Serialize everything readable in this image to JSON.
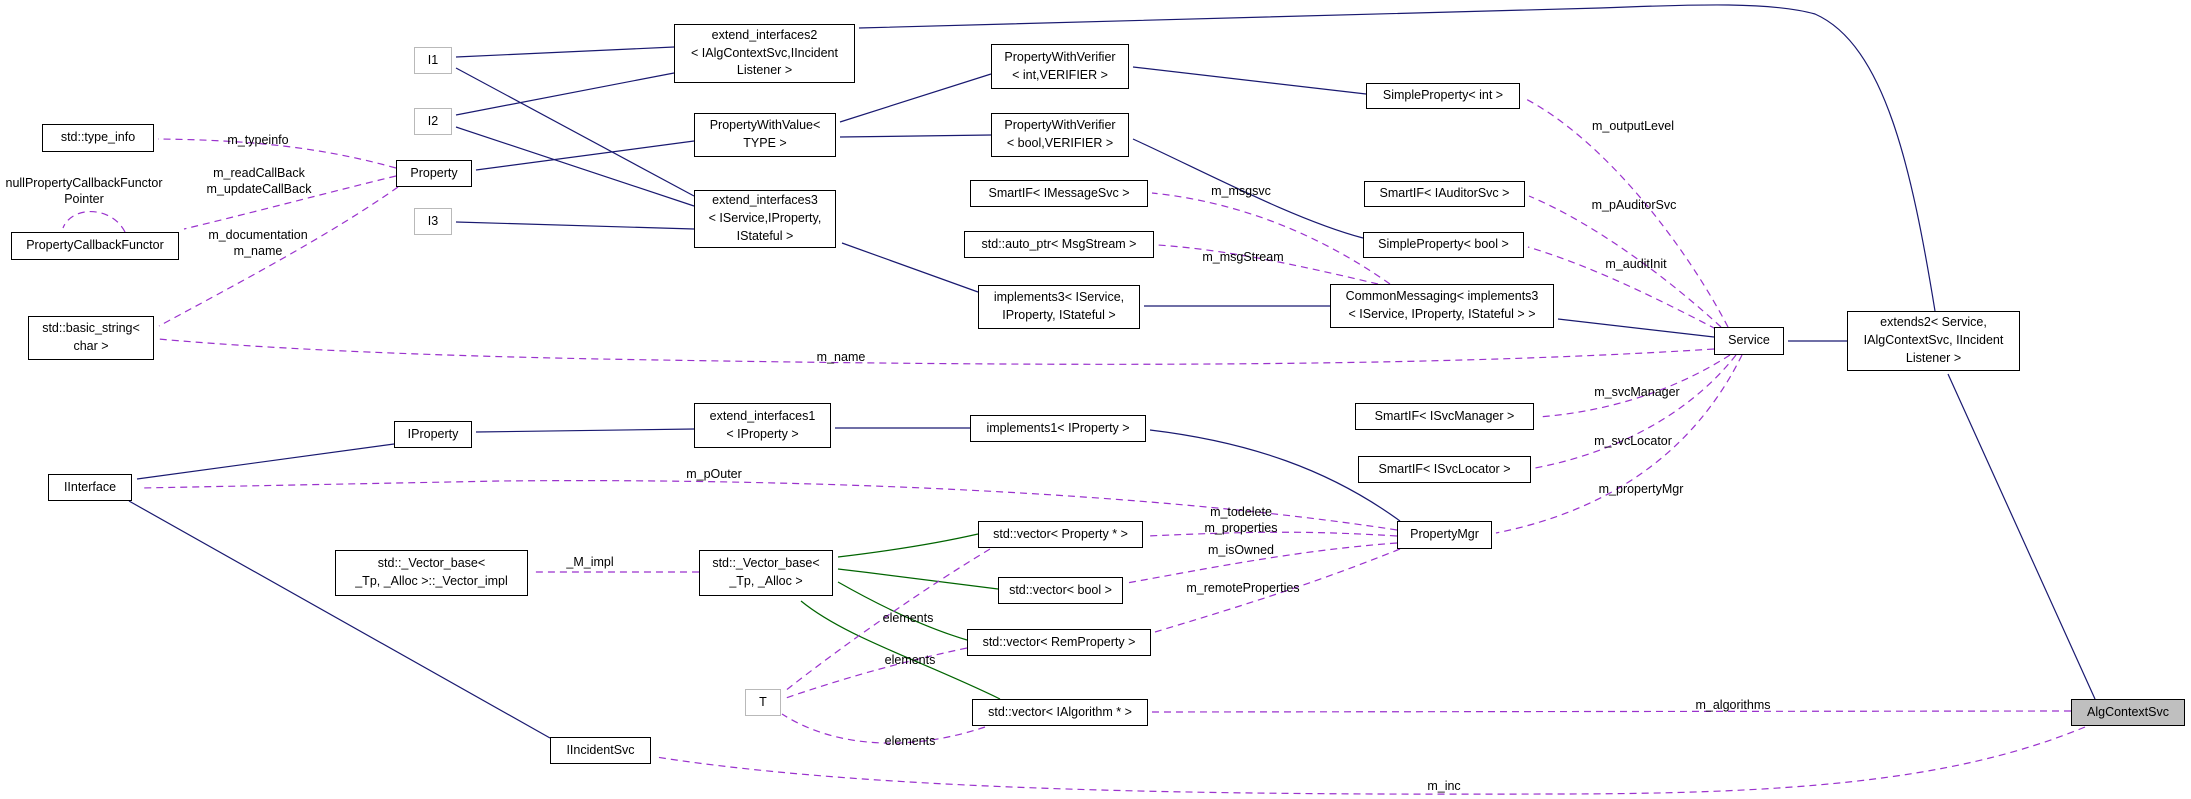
{
  "diagram_type": "doxygen-collaboration-diagram",
  "subject": "AlgContextSvc",
  "colors": {
    "inheritance_edge": "#191970",
    "usage_edge": "#9a32cd",
    "protected_inheritance_edge": "#006400",
    "node_border": "#000000",
    "undocumented_node_border": "#b9b9b9",
    "subject_node_fill": "#bfbfbf",
    "background": "#ffffff"
  },
  "nodes": {
    "type_info": {
      "label": "std::type_info"
    },
    "pcf": {
      "label": "PropertyCallbackFunctor"
    },
    "i1": {
      "label": "I1"
    },
    "i2": {
      "label": "I2"
    },
    "i3": {
      "label": "I3"
    },
    "property": {
      "label": "Property"
    },
    "ext2": {
      "label": "extend_interfaces2\n< IAlgContextSvc,IIncident\nListener >"
    },
    "pwvalue": {
      "label": "PropertyWithValue<\nTYPE >"
    },
    "ext3": {
      "label": "extend_interfaces3\n< IService,IProperty,\nIStateful >"
    },
    "pwv_int": {
      "label": "PropertyWithVerifier\n< int,VERIFIER >"
    },
    "pwv_bool": {
      "label": "PropertyWithVerifier\n< bool,VERIFIER >"
    },
    "smartif_imsg": {
      "label": "SmartIF< IMessageSvc >"
    },
    "autoptr": {
      "label": "std::auto_ptr< MsgStream >"
    },
    "sp_int": {
      "label": "SimpleProperty< int >"
    },
    "smartif_iaud": {
      "label": "SmartIF< IAuditorSvc >"
    },
    "sp_bool": {
      "label": "SimpleProperty< bool >"
    },
    "implements3": {
      "label": "implements3< IService,\nIProperty, IStateful >"
    },
    "commonmsg": {
      "label": "CommonMessaging< implements3\n< IService, IProperty, IStateful > >"
    },
    "service": {
      "label": "Service"
    },
    "extends2": {
      "label": "extends2< Service,\nIAlgContextSvc, IIncident\nListener >"
    },
    "basic_string": {
      "label": "std::basic_string<\nchar >"
    },
    "iproperty": {
      "label": "IProperty"
    },
    "ext1": {
      "label": "extend_interfaces1\n< IProperty >"
    },
    "implements1": {
      "label": "implements1< IProperty >"
    },
    "smartif_isvcmgr": {
      "label": "SmartIF< ISvcManager >"
    },
    "smartif_isvcloc": {
      "label": "SmartIF< ISvcLocator >"
    },
    "iinterface": {
      "label": "IInterface"
    },
    "vector_impl": {
      "label": "std::_Vector_base<\n_Tp, _Alloc >::_Vector_impl"
    },
    "vector_base": {
      "label": "std::_Vector_base<\n_Tp, _Alloc >"
    },
    "vec_property": {
      "label": "std::vector< Property * >"
    },
    "vec_bool": {
      "label": "std::vector< bool >"
    },
    "vec_remprop": {
      "label": "std::vector< RemProperty >"
    },
    "propertymgr": {
      "label": "PropertyMgr"
    },
    "t_param": {
      "label": "T"
    },
    "vec_ialg": {
      "label": "std::vector< IAlgorithm * >"
    },
    "iincidentsvc": {
      "label": "IIncidentSvc"
    },
    "algcontextsvc": {
      "label": "AlgContextSvc"
    }
  },
  "edge_labels": {
    "m_typeinfo": "m_typeinfo",
    "callbacks": "m_readCallBack\nm_updateCallBack",
    "doc_name": "m_documentation\nm_name",
    "null_pcf_pointer": "nullPropertyCallbackFunctor\nPointer",
    "m_outputLevel": "m_outputLevel",
    "m_msgsvc": "m_msgsvc",
    "m_pAuditorSvc": "m_pAuditorSvc",
    "m_msgStream": "m_msgStream",
    "m_auditInit": "m_auditInit",
    "m_name": "m_name",
    "m_svcManager": "m_svcManager",
    "m_svcLocator": "m_svcLocator",
    "m_pOuter": "m_pOuter",
    "m_propertyMgr": "m_propertyMgr",
    "todelete_properties": "m_todelete\nm_properties",
    "m_isOwned": "m_isOwned",
    "m_remoteProperties": "m_remoteProperties",
    "M_impl": "_M_impl",
    "elements": "elements",
    "m_algorithms": "m_algorithms",
    "m_inc": "m_inc"
  },
  "edges": [
    {
      "from": "extend_interfaces2",
      "to": "I1",
      "type": "inheritance"
    },
    {
      "from": "extend_interfaces2",
      "to": "I2",
      "type": "inheritance"
    },
    {
      "from": "extend_interfaces3",
      "to": "I1",
      "type": "inheritance"
    },
    {
      "from": "extend_interfaces3",
      "to": "I2",
      "type": "inheritance"
    },
    {
      "from": "extend_interfaces3",
      "to": "I3",
      "type": "inheritance"
    },
    {
      "from": "PropertyWithValue< TYPE >",
      "to": "Property",
      "type": "inheritance"
    },
    {
      "from": "PropertyWithVerifier< int,VERIFIER >",
      "to": "PropertyWithValue< TYPE >",
      "type": "inheritance"
    },
    {
      "from": "PropertyWithVerifier< bool,VERIFIER >",
      "to": "PropertyWithValue< TYPE >",
      "type": "inheritance"
    },
    {
      "from": "SimpleProperty< int >",
      "to": "PropertyWithVerifier< int,VERIFIER >",
      "type": "inheritance"
    },
    {
      "from": "SimpleProperty< bool >",
      "to": "PropertyWithVerifier< bool,VERIFIER >",
      "type": "inheritance"
    },
    {
      "from": "implements3< IService, IProperty, IStateful >",
      "to": "extend_interfaces3",
      "type": "inheritance"
    },
    {
      "from": "CommonMessaging< implements3< IService, IProperty, IStateful > >",
      "to": "implements3< IService, IProperty, IStateful >",
      "type": "inheritance"
    },
    {
      "from": "Service",
      "to": "CommonMessaging< implements3< IService, IProperty, IStateful > >",
      "type": "inheritance"
    },
    {
      "from": "extends2< Service, IAlgContextSvc, IIncidentListener >",
      "to": "Service",
      "type": "inheritance"
    },
    {
      "from": "extends2< Service, IAlgContextSvc, IIncidentListener >",
      "to": "extend_interfaces2",
      "type": "inheritance"
    },
    {
      "from": "AlgContextSvc",
      "to": "extends2< Service, IAlgContextSvc, IIncidentListener >",
      "type": "inheritance"
    },
    {
      "from": "extend_interfaces1< IProperty >",
      "to": "IProperty",
      "type": "inheritance"
    },
    {
      "from": "implements1< IProperty >",
      "to": "extend_interfaces1< IProperty >",
      "type": "inheritance"
    },
    {
      "from": "PropertyMgr",
      "to": "implements1< IProperty >",
      "type": "inheritance"
    },
    {
      "from": "IProperty",
      "to": "IInterface",
      "type": "inheritance"
    },
    {
      "from": "IIncidentSvc",
      "to": "IInterface",
      "type": "inheritance"
    },
    {
      "from": "std::vector< Property * >",
      "to": "std::_Vector_base< _Tp, _Alloc >",
      "type": "protected-inheritance"
    },
    {
      "from": "std::vector< bool >",
      "to": "std::_Vector_base< _Tp, _Alloc >",
      "type": "protected-inheritance"
    },
    {
      "from": "std::vector< RemProperty >",
      "to": "std::_Vector_base< _Tp, _Alloc >",
      "type": "protected-inheritance"
    },
    {
      "from": "std::vector< IAlgorithm * >",
      "to": "std::_Vector_base< _Tp, _Alloc >",
      "type": "protected-inheritance"
    },
    {
      "from": "Property",
      "to": "std::type_info",
      "type": "usage",
      "label": "m_typeinfo"
    },
    {
      "from": "Property",
      "to": "PropertyCallbackFunctor",
      "type": "usage",
      "label": "m_readCallBack m_updateCallBack"
    },
    {
      "from": "Property",
      "to": "std::basic_string< char >",
      "type": "usage",
      "label": "m_documentation m_name"
    },
    {
      "from": "PropertyCallbackFunctor",
      "to": "PropertyCallbackFunctor",
      "type": "usage",
      "label": "nullPropertyCallbackFunctorPointer"
    },
    {
      "from": "std::_Vector_base< _Tp, _Alloc >",
      "to": "std::_Vector_base< _Tp, _Alloc >::_Vector_impl",
      "type": "usage",
      "label": "_M_impl"
    },
    {
      "from": "CommonMessaging",
      "to": "SmartIF< IMessageSvc >",
      "type": "usage",
      "label": "m_msgsvc"
    },
    {
      "from": "CommonMessaging",
      "to": "std::auto_ptr< MsgStream >",
      "type": "usage",
      "label": "m_msgStream"
    },
    {
      "from": "Service",
      "to": "SimpleProperty< int >",
      "type": "usage",
      "label": "m_outputLevel"
    },
    {
      "from": "Service",
      "to": "SmartIF< IAuditorSvc >",
      "type": "usage",
      "label": "m_pAuditorSvc"
    },
    {
      "from": "Service",
      "to": "SimpleProperty< bool >",
      "type": "usage",
      "label": "m_auditInit"
    },
    {
      "from": "Service",
      "to": "std::basic_string< char >",
      "type": "usage",
      "label": "m_name"
    },
    {
      "from": "Service",
      "to": "SmartIF< ISvcManager >",
      "type": "usage",
      "label": "m_svcManager"
    },
    {
      "from": "Service",
      "to": "SmartIF< ISvcLocator >",
      "type": "usage",
      "label": "m_svcLocator"
    },
    {
      "from": "Service",
      "to": "PropertyMgr",
      "type": "usage",
      "label": "m_propertyMgr"
    },
    {
      "from": "PropertyMgr",
      "to": "std::vector< Property * >",
      "type": "usage",
      "label": "m_todelete m_properties"
    },
    {
      "from": "PropertyMgr",
      "to": "std::vector< bool >",
      "type": "usage",
      "label": "m_isOwned"
    },
    {
      "from": "PropertyMgr",
      "to": "std::vector< RemProperty >",
      "type": "usage",
      "label": "m_remoteProperties"
    },
    {
      "from": "PropertyMgr",
      "to": "IInterface",
      "type": "usage",
      "label": "m_pOuter"
    },
    {
      "from": "std::vector< Property * >",
      "to": "T",
      "type": "usage",
      "label": "elements"
    },
    {
      "from": "std::vector< RemProperty >",
      "to": "T",
      "type": "usage",
      "label": "elements"
    },
    {
      "from": "std::vector< IAlgorithm * >",
      "to": "T",
      "type": "usage",
      "label": "elements"
    },
    {
      "from": "AlgContextSvc",
      "to": "std::vector< IAlgorithm * >",
      "type": "usage",
      "label": "m_algorithms"
    },
    {
      "from": "AlgContextSvc",
      "to": "IIncidentSvc",
      "type": "usage",
      "label": "m_inc"
    }
  ]
}
